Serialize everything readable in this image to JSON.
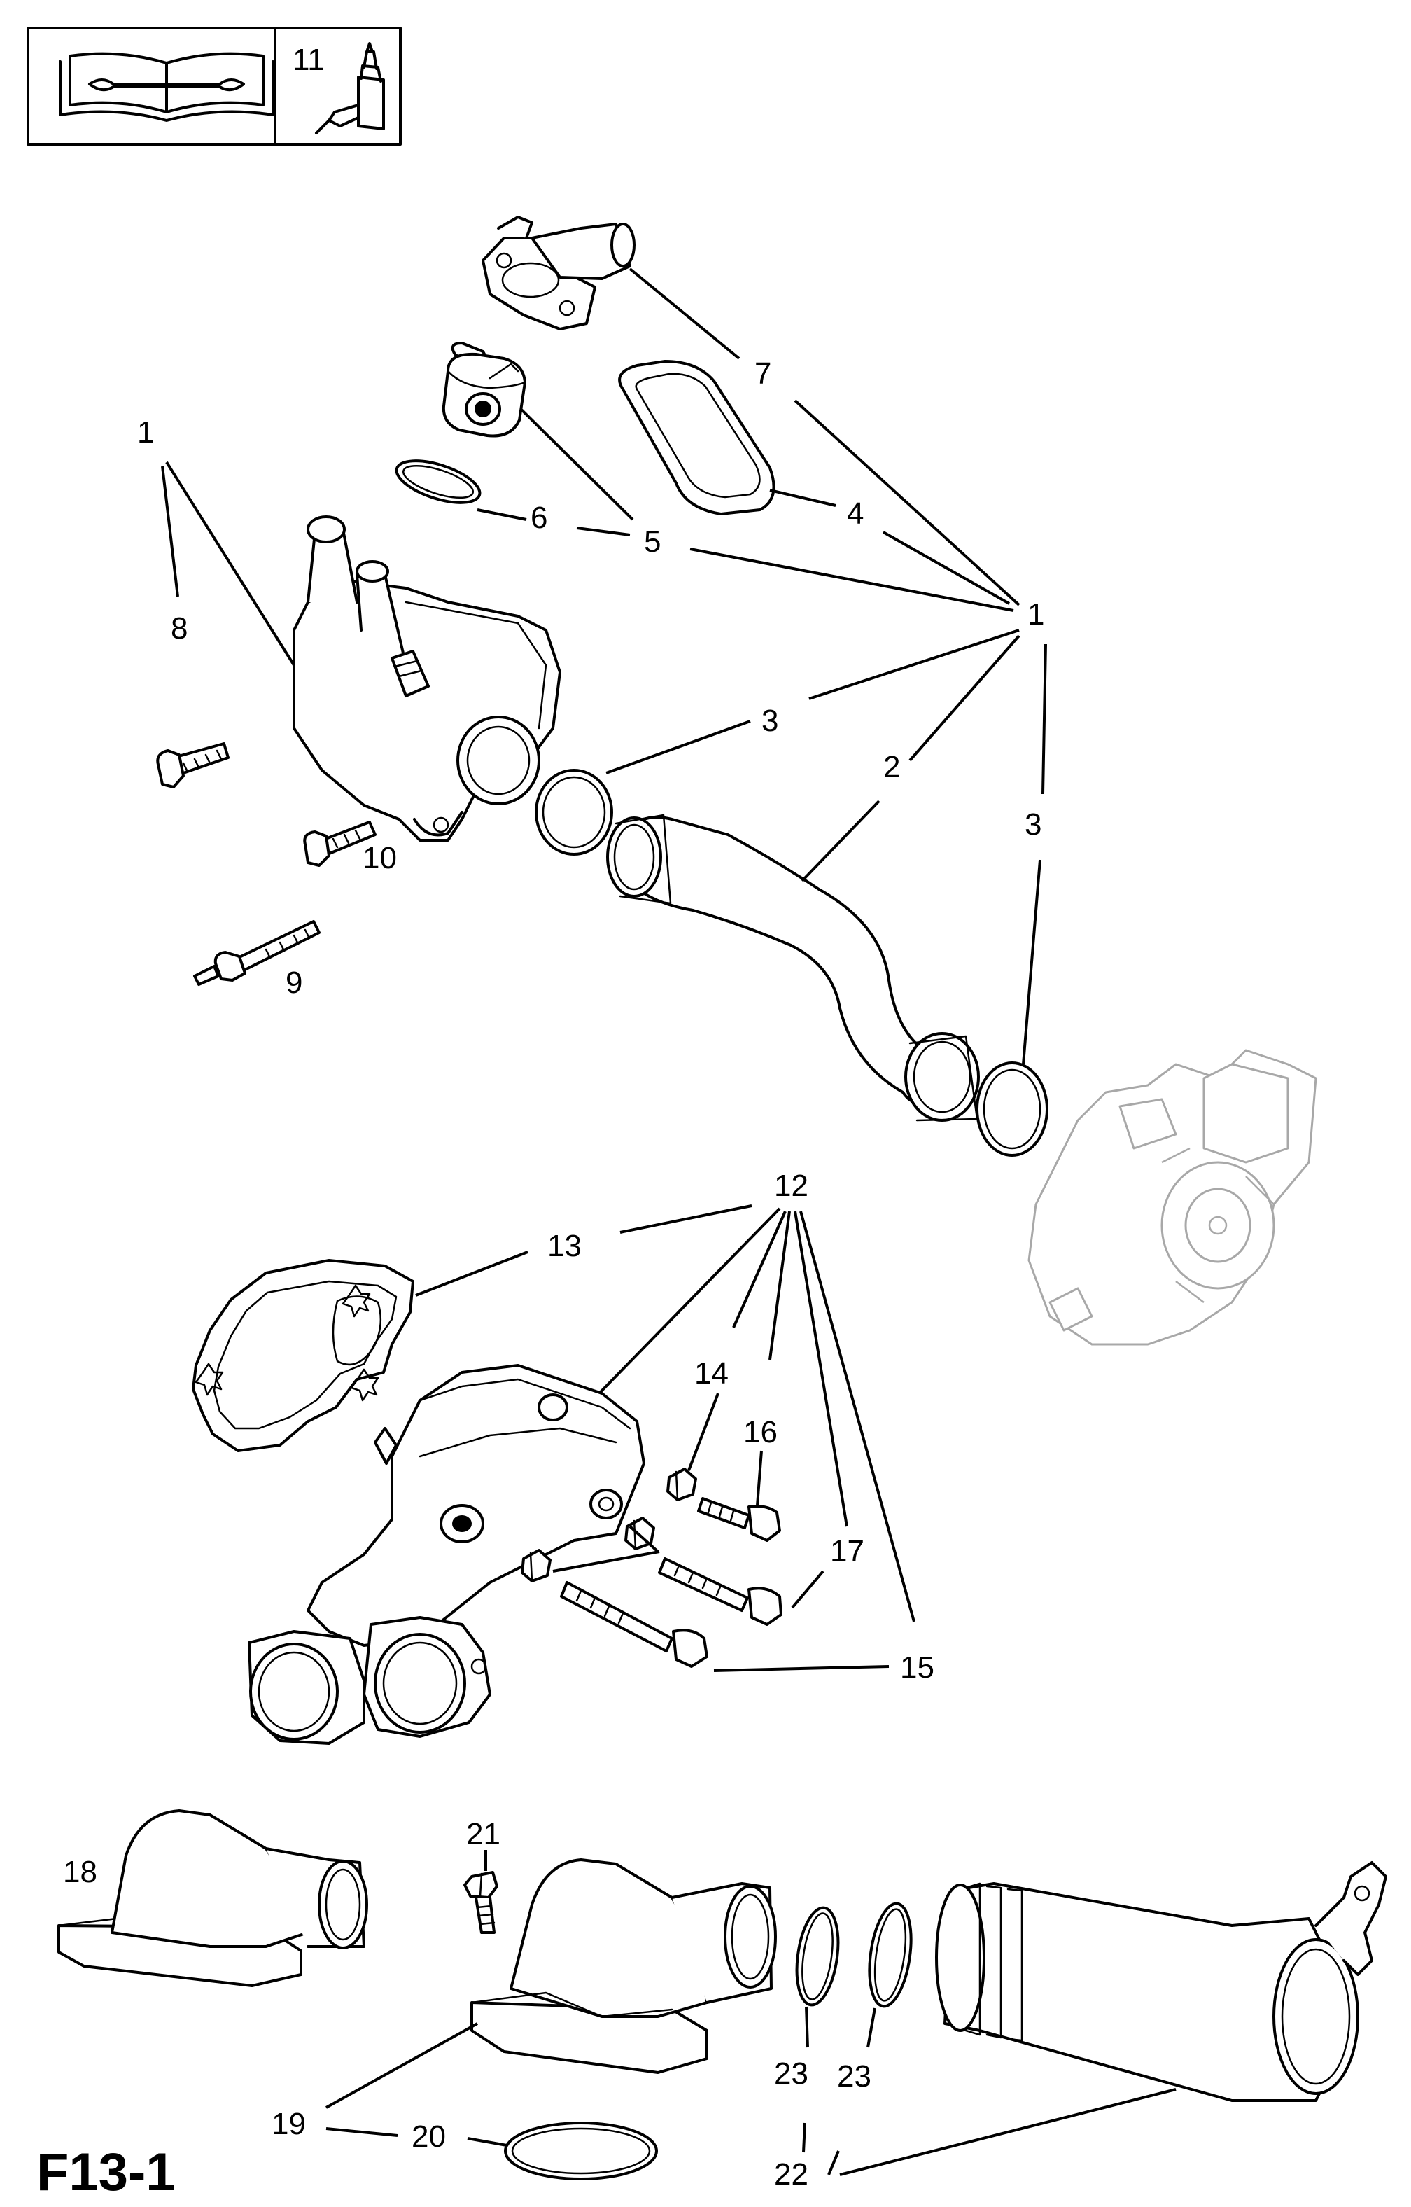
{
  "header_box": {
    "icon": "service-manual-icon",
    "tool_label": "11",
    "tool_icon": "sealant-bottle-icon"
  },
  "callouts": {
    "c1_left": "1",
    "c1_right": "1",
    "c2": "2",
    "c3_upper": "3",
    "c3_right": "3",
    "c4": "4",
    "c5": "5",
    "c6": "6",
    "c7": "7",
    "c8": "8",
    "c9": "9",
    "c10": "10",
    "c12": "12",
    "c13": "13",
    "c14": "14",
    "c15": "15",
    "c16": "16",
    "c17": "17",
    "c18": "18",
    "c19": "19",
    "c20": "20",
    "c21": "21",
    "c22": "22",
    "c23_left": "23",
    "c23_right": "23"
  },
  "figure_code": "F13-1"
}
